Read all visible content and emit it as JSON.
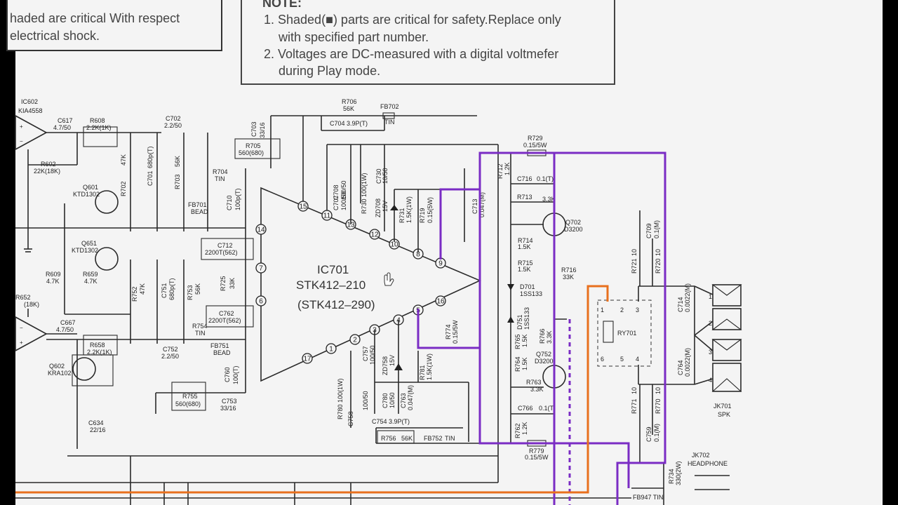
{
  "notes": {
    "left_line1": "haded are critical With respect",
    "left_line2": "electrical shock.",
    "header": "NOTE:",
    "item1_line1": "1. Shaded(■) parts are critical for safety.Replace only",
    "item1_line2": "with specified part number.",
    "item2_line1": "2. Voltages are DC-measured with a digital voltmefer",
    "item2_line2": "during Play mode."
  },
  "ic": {
    "name": "IC701",
    "part": "STK412–210",
    "alt_part": "(STK412–290)",
    "pins": [
      "15",
      "14",
      "13",
      "12",
      "11",
      "10",
      "9",
      "8",
      "7",
      "6",
      "5",
      "4",
      "3",
      "2",
      "1",
      "16",
      "17"
    ]
  },
  "ic602": {
    "name": "IC602",
    "part": "KIA4558"
  },
  "components": {
    "r706": "R706",
    "r706_v": "56K",
    "fb702": "FB702",
    "fb702_v": "TIN",
    "c703": "C703",
    "c703_v": "33/16",
    "c704": "C704  3.9P(T)",
    "r705": "R705",
    "r705_v": "560(680)",
    "c617": "C617",
    "c617_v": "4.7/50",
    "r608": "R608",
    "r608_v": "2.2K(1K)",
    "c702": "C702",
    "c702_v": "2.2/50",
    "r602": "R602",
    "r602_v": "22K(18K)",
    "r702": "R702",
    "r702_v": "47K",
    "c701": "C701",
    "c701_v": "680p(T)",
    "r703": "R703",
    "r703_v": "56K",
    "r704": "R704",
    "r704_v": "TIN",
    "fb701": "FB701",
    "fb701_v": "BEAD",
    "c710": "C710",
    "c710_v": "100p(T)",
    "q601": "Q601",
    "q601_v": "KTD1302",
    "q651": "Q651",
    "q651_v": "KTD1302",
    "r609": "R609",
    "r609_v": "4.7K",
    "r659": "R659",
    "r659_v": "4.7K",
    "r652": "R652",
    "r652_v": "(18K)",
    "c667": "C667",
    "c667_v": "4.7/50",
    "r658": "R658",
    "r658_v": "2.2K(1K)",
    "q602": "Q602",
    "q602_v": "KRA102",
    "c634": "C634",
    "c634_v": "22/16",
    "r752": "R752",
    "r752_v": "47K",
    "c751": "C751",
    "c751_v": "680p(T)",
    "r753": "R753",
    "r753_v": "56K",
    "r725": "R725",
    "r725_v": "33K",
    "c712": "C712",
    "c712_v": "2200T(562)",
    "c762": "C762",
    "c762_v": "2200T(562)",
    "r754": "R754",
    "r754_v": "TIN",
    "fb751": "FB751",
    "fb751_v": "BEAD",
    "c752": "C752",
    "c752_v": "2.2/50",
    "c760": "C760",
    "c760_v": "100(T)",
    "r755": "R755",
    "r755_v": "560(680)",
    "c753": "C753",
    "c753_v": "33/16",
    "c708": "C708",
    "c708_v": "100/50",
    "c707": "C707",
    "c707_v": "100/50",
    "r730": "R730  100(1W)",
    "c730": "C730",
    "c730_v": "10/50",
    "zd708": "ZD708",
    "zd708_v": "15V",
    "r731": "R731",
    "r731_v": "1.5K(1W)",
    "r719": "R719",
    "r719_v": "0.15(5W)",
    "c713": "C713",
    "c713_v": "0.047(M)",
    "r729": "R729",
    "r729_v": "0.15/5W",
    "r712": "R712",
    "r712_v": "1.2K",
    "c716": "C716",
    "c716_v": "0.1(T)",
    "r713": "R713",
    "r713_v": "3.3K",
    "q702": "Q702",
    "q702_v": "D3200",
    "r714": "R714",
    "r714_v": "1.5K",
    "r715": "R715",
    "r715_v": "1.5K",
    "r716": "R716",
    "r716_v": "33K",
    "d701": "D701",
    "d701_v": "1SS133",
    "d751": "D751",
    "d751_v": "1SS133",
    "r765": "R765",
    "r765_v": "1.5K",
    "r766": "R766",
    "r766_v": "3.3K",
    "r764": "R764",
    "r764_v": "1.5K",
    "q752": "Q752",
    "q752_v": "D3200",
    "r763": "R763",
    "r763_v": "3.3K",
    "c766": "C766",
    "c766_v": "0.1(T)",
    "r762": "R762",
    "r762_v": "1.2K",
    "r779": "R779",
    "r779_v": "0.15/5W",
    "r774": "R774",
    "r774_v": "0.15/5W",
    "r780": "R780  100(1W)",
    "c758": "C758",
    "c757": "C757",
    "c757_v": "100/50",
    "c780": "C780",
    "c780_v": "10/50",
    "zd758": "ZD758",
    "zd758_v": "15V",
    "r781": "R781",
    "r781_v": "1.5K(1W)",
    "c763": "C763",
    "c763_v": "0.047(M)",
    "c754": "C754  3.9P(T)",
    "r756": "R756",
    "r756_v": "56K",
    "fb752": "FB752",
    "fb752_v": "TIN",
    "ry701": "RY701",
    "c709": "C709",
    "c709_v": "0.1(M)",
    "r721": "R721",
    "r721_v": "10",
    "r720": "R720",
    "r720_v": "10",
    "c714": "C714",
    "c714_v": "0.0022(M)",
    "c764": "C764",
    "c764_v": "0.0022(M)",
    "r771": "R771",
    "r771_v": "10",
    "r770": "R770",
    "r770_v": "10",
    "c759": "C759",
    "c759_v": "0.1(M)",
    "jk701": "JK701",
    "jk701_v": "SPK",
    "jk702": "JK702",
    "jk702_v": "HEADPHONE",
    "r734": "R734",
    "r734_v": "330(2W)",
    "fb947": "FB947  TIN"
  },
  "relay_pins": [
    "1",
    "2",
    "3",
    "6",
    "5",
    "4"
  ],
  "spk_pins": [
    "1",
    "2",
    "3",
    "4"
  ],
  "colors": {
    "paper": "#f4f4f4",
    "wire": "#2a2a2a",
    "highlight_purple": "#7a2cc4",
    "highlight_orange": "#e8701e"
  }
}
